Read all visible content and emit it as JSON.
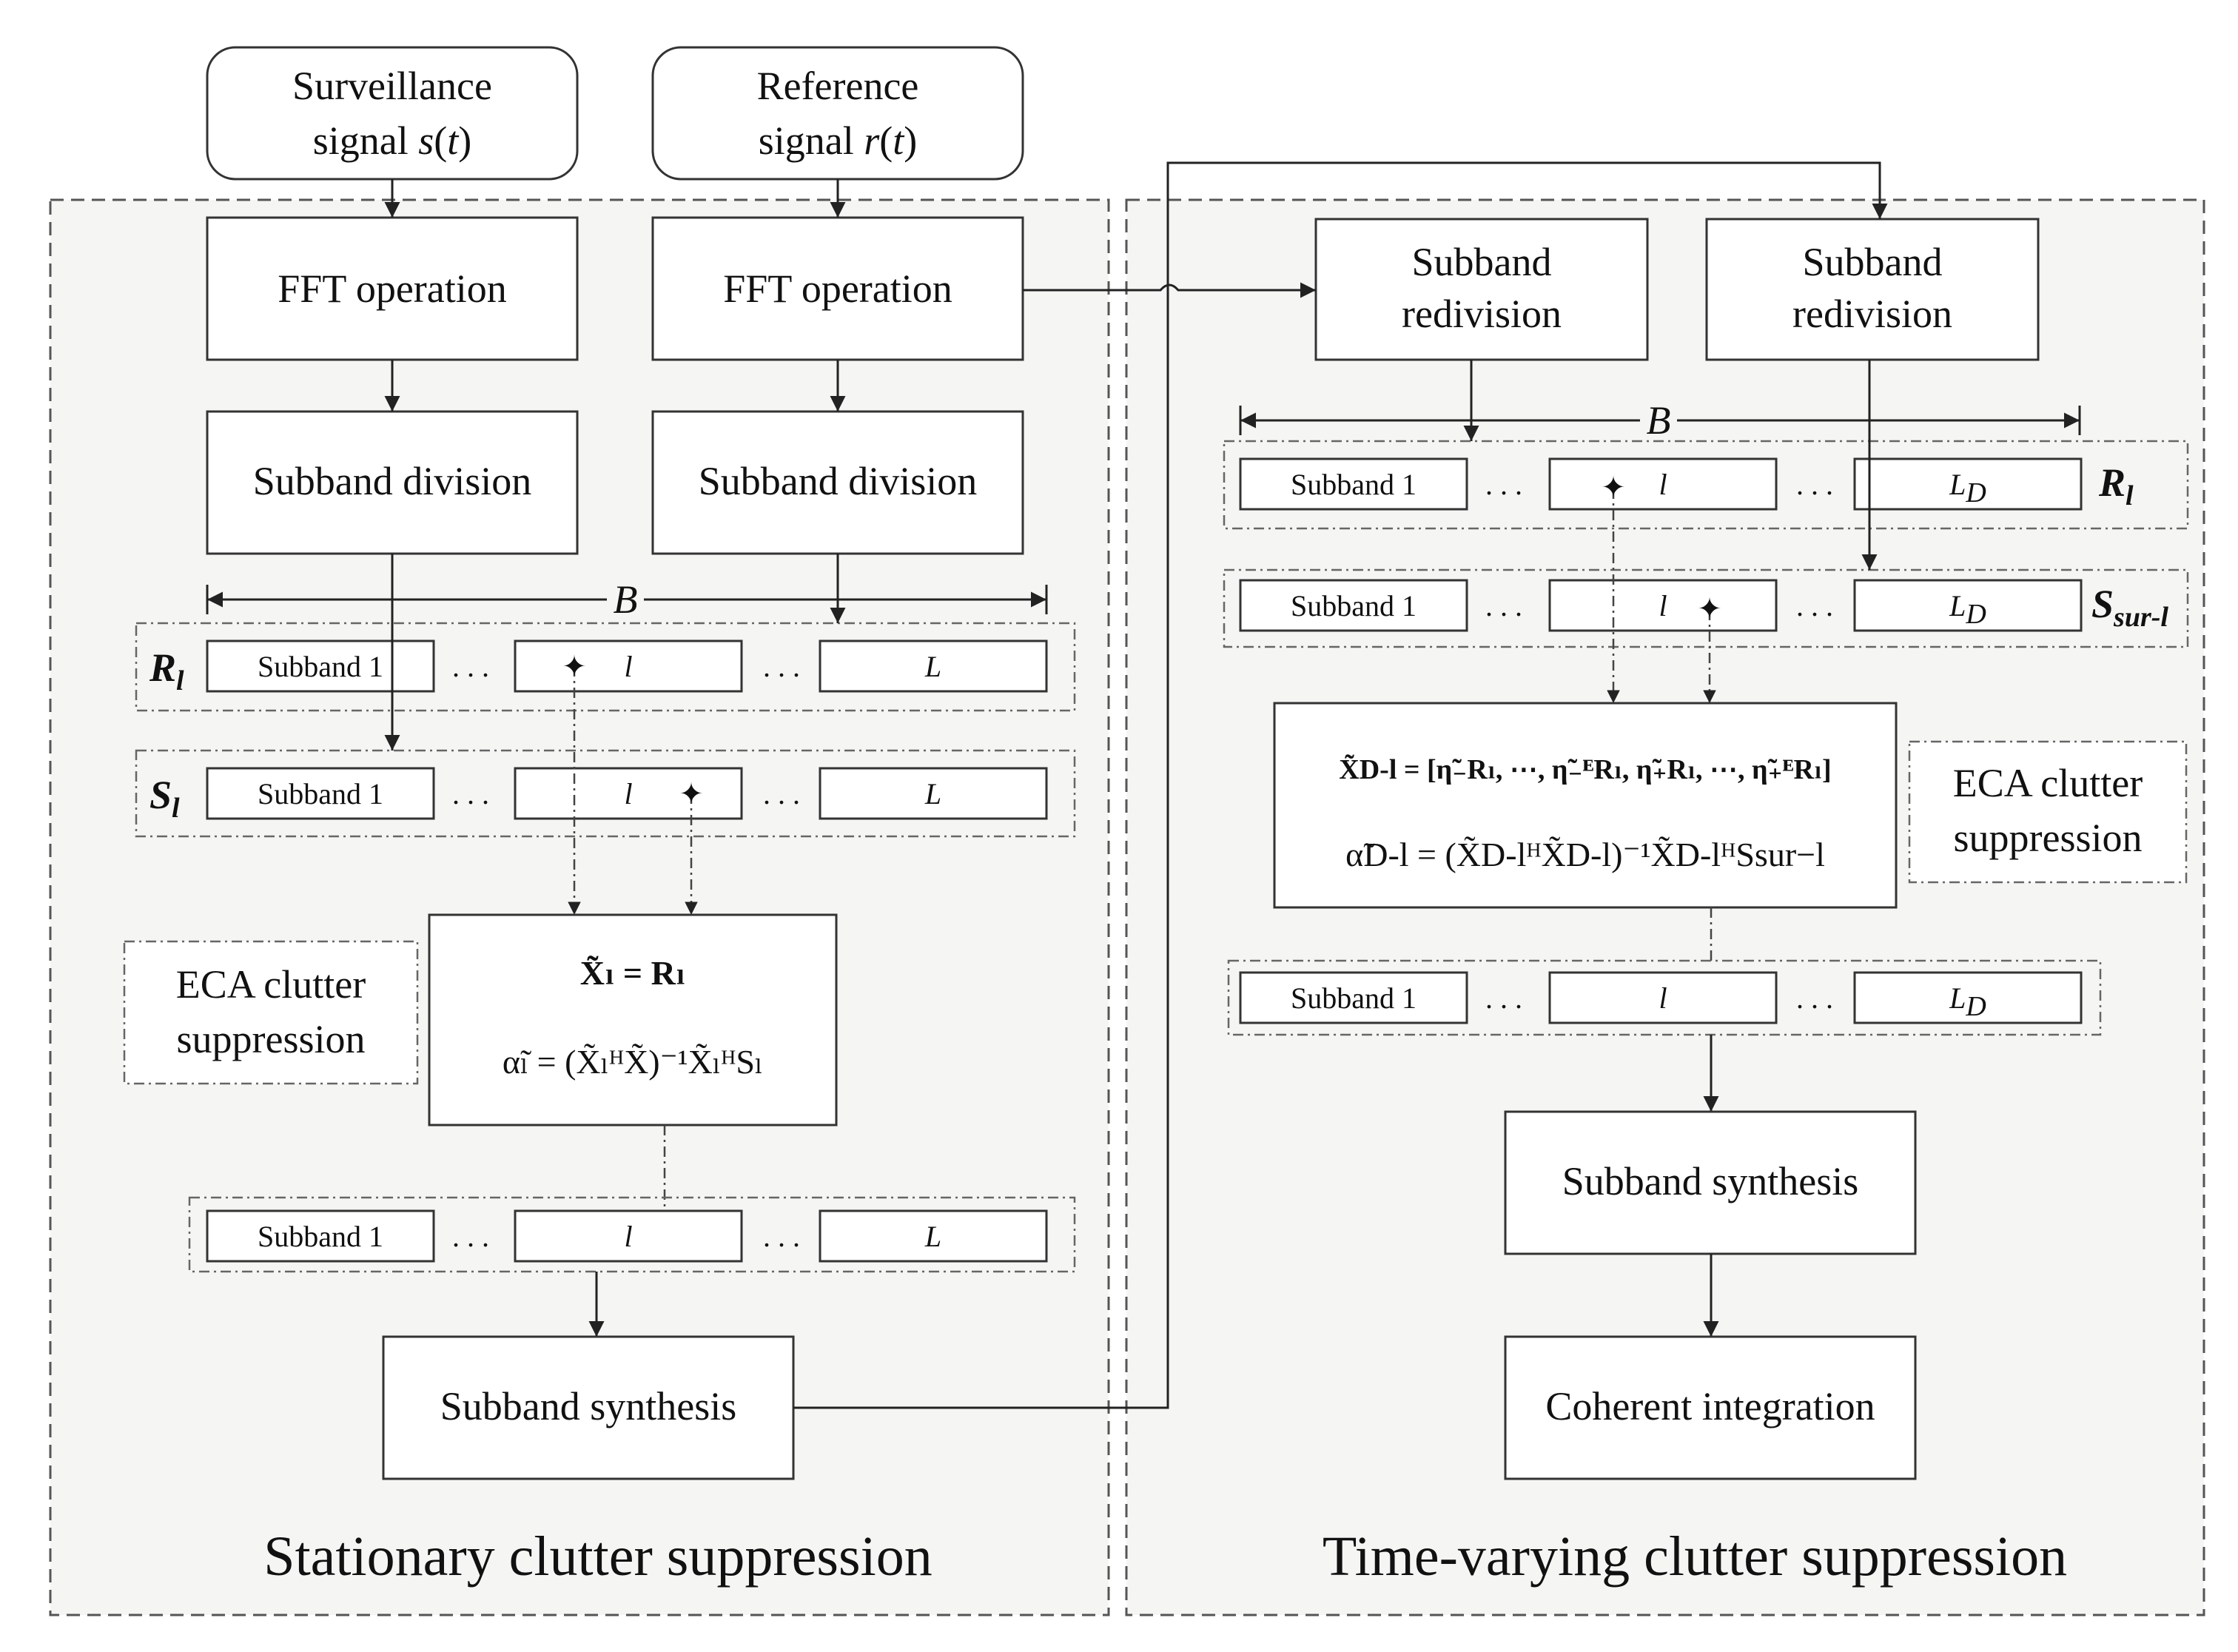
{
  "inputs": {
    "surveillance_line1": "Surveillance",
    "surveillance_line2_prefix": "signal ",
    "surveillance_var": "s",
    "surveillance_arg": "t",
    "reference_line1": "Reference",
    "reference_line2_prefix": "signal ",
    "reference_var": "r",
    "reference_arg": "t"
  },
  "left_panel": {
    "title": "Stationary clutter suppression",
    "fft_label": "FFT operation",
    "division_label": "Subband division",
    "bandwidth_label": "B",
    "row_R_label": "R",
    "row_S_label": "S",
    "row_sub": "l",
    "cells": [
      "Subband 1",
      "l",
      "L"
    ],
    "dots": ". . .",
    "eca_line1": "ECA clutter",
    "eca_line2": "suppression",
    "eq1": "X̃ₗ = Rₗ",
    "eq2": "α̃ₗ = (X̃ₗᴴX̃)⁻¹X̃ₗᴴSₗ",
    "synthesis_label": "Subband synthesis"
  },
  "right_panel": {
    "title": "Time-varying clutter suppression",
    "redivision_line1": "Subband",
    "redivision_line2": "redivision",
    "bandwidth_label": "B",
    "row_R_label": "R",
    "row_R_sub": "l",
    "row_S_label": "S",
    "row_S_sub": "sur-l",
    "cells": [
      "Subband 1",
      "l",
      "L"
    ],
    "cell_last_sub": "D",
    "dots": ". . .",
    "eca_line1": "ECA clutter",
    "eca_line2": "suppression",
    "eq1": "X̃D-l = [η̃₋Rₗ, ⋯, η̃₋ᴱRₗ, η̃₊Rₗ, ⋯, η̃₊ᴱRₗ]",
    "eq2": "α̃D-l = (X̃D-lᴴX̃D-l)⁻¹X̃D-lᴴSsur−l",
    "synthesis_label": "Subband synthesis",
    "integration_label": "Coherent integration"
  }
}
